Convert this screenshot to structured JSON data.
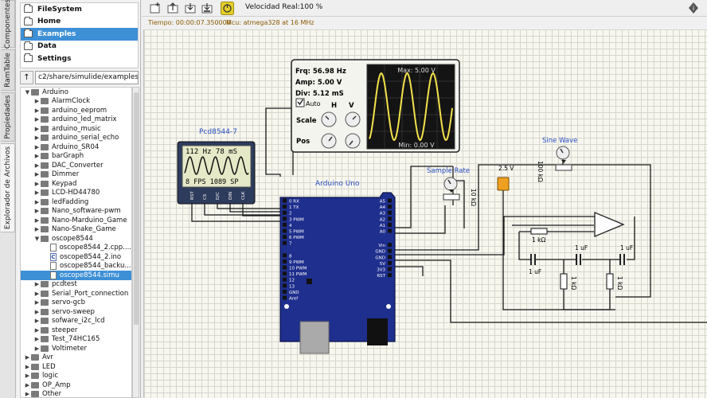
{
  "vertical_tabs": [
    "Componentes",
    "RamTable",
    "Propiedades",
    "Explorador de Archivos"
  ],
  "bookmarks": [
    "FileSystem",
    "Home",
    "Examples",
    "Data",
    "Settings"
  ],
  "path": "c2/share/simulide/examples",
  "tree": [
    {
      "label": "Arduino",
      "state": "open",
      "icon": "folder",
      "level": 0
    },
    {
      "label": "AlarmClock",
      "state": "closed",
      "icon": "folder",
      "level": 1
    },
    {
      "label": "arduino_eeprom",
      "state": "closed",
      "icon": "folder",
      "level": 1
    },
    {
      "label": "arduino_led_matrix",
      "state": "closed",
      "icon": "folder",
      "level": 1
    },
    {
      "label": "arduino_music",
      "state": "closed",
      "icon": "folder",
      "level": 1
    },
    {
      "label": "arduino_serial_echo",
      "state": "closed",
      "icon": "folder",
      "level": 1
    },
    {
      "label": "Arduino_SR04",
      "state": "closed",
      "icon": "folder",
      "level": 1
    },
    {
      "label": "barGraph",
      "state": "closed",
      "icon": "folder",
      "level": 1
    },
    {
      "label": "DAC_Converter",
      "state": "closed",
      "icon": "folder",
      "level": 1
    },
    {
      "label": "Dimmer",
      "state": "closed",
      "icon": "folder",
      "level": 1
    },
    {
      "label": "Keypad",
      "state": "closed",
      "icon": "folder",
      "level": 1
    },
    {
      "label": "LCD-HD44780",
      "state": "closed",
      "icon": "folder",
      "level": 1
    },
    {
      "label": "ledFadding",
      "state": "closed",
      "icon": "folder",
      "level": 1
    },
    {
      "label": "Nano_software-pwm",
      "state": "closed",
      "icon": "folder",
      "level": 1
    },
    {
      "label": "Nano-Marduino_Game",
      "state": "closed",
      "icon": "folder",
      "level": 1
    },
    {
      "label": "Nano-Snake_Game",
      "state": "closed",
      "icon": "folder",
      "level": 1
    },
    {
      "label": "oscope8544",
      "state": "open",
      "icon": "folder",
      "level": 1
    },
    {
      "label": "oscope8544_2.cpp....",
      "state": "none",
      "icon": "file",
      "level": 2
    },
    {
      "label": "oscope8544_2.ino",
      "state": "none",
      "icon": "cfile",
      "level": 2
    },
    {
      "label": "oscope8544_backu...",
      "state": "none",
      "icon": "file",
      "level": 2
    },
    {
      "label": "oscope8544.simu",
      "state": "none",
      "icon": "file",
      "level": 2,
      "selected": true
    },
    {
      "label": "pcdtest",
      "state": "closed",
      "icon": "folder",
      "level": 1
    },
    {
      "label": "Serial_Port_connection",
      "state": "closed",
      "icon": "folder",
      "level": 1
    },
    {
      "label": "servo-gcb",
      "state": "closed",
      "icon": "folder",
      "level": 1
    },
    {
      "label": "servo-sweep",
      "state": "closed",
      "icon": "folder",
      "level": 1
    },
    {
      "label": "sofware_i2c_lcd",
      "state": "closed",
      "icon": "folder",
      "level": 1
    },
    {
      "label": "steeper",
      "state": "closed",
      "icon": "folder",
      "level": 1
    },
    {
      "label": "Test_74HC165",
      "state": "closed",
      "icon": "folder",
      "level": 1
    },
    {
      "label": "Voltimeter",
      "state": "closed",
      "icon": "folder",
      "level": 1
    },
    {
      "label": "Avr",
      "state": "closed",
      "icon": "folder",
      "level": 0
    },
    {
      "label": "LED",
      "state": "closed",
      "icon": "folder",
      "level": 0
    },
    {
      "label": "logic",
      "state": "closed",
      "icon": "folder",
      "level": 0
    },
    {
      "label": "OP_Amp",
      "state": "closed",
      "icon": "folder",
      "level": 0
    },
    {
      "label": "Other",
      "state": "closed",
      "icon": "folder",
      "level": 0
    }
  ],
  "toolbar": {
    "speed": "Velocidad Real:100 %"
  },
  "status": {
    "time": "Tiempo: 00:00:07.350000",
    "mcu": "Mcu: atmega328 at 16 MHz"
  },
  "oscope": {
    "frq": "Frq: 56.98 Hz",
    "amp": "Amp: 5.00 V",
    "div": "Div:  5.12 mS",
    "auto": "Auto",
    "h": "H",
    "v": "V",
    "scale": "Scale",
    "pos": "Pos",
    "max": "Max: 5.00 V",
    "min": "Min: 0.00 V"
  },
  "lcd": {
    "title": "Pcd8544-7",
    "line1": "112 Hz 78 mS",
    "line2": "8 FPS  1089  SP",
    "pins": [
      "RST",
      "CS",
      "D/C",
      "DIN",
      "CLK"
    ]
  },
  "arduino": {
    "title": "Arduino Uno",
    "left_pins": [
      "0  RX",
      "1  TX",
      "2",
      "3  PWM",
      "4",
      "5  PWM",
      "6  PWM",
      "7",
      "8",
      "9  PWM",
      "10 PWM",
      "11 PWM",
      "12",
      "13",
      "GND",
      "Aref"
    ],
    "right_pins": [
      "A5",
      "A4",
      "A3",
      "A2",
      "A1",
      "A0",
      "Vin",
      "GND",
      "GND",
      "5V",
      "3V3",
      "RST"
    ]
  },
  "labels": {
    "sample_rate": "Sample Rate",
    "sine_wave": "Sine Wave",
    "pot1": "10 kΩ",
    "pot2": "100 kΩ",
    "volt": "2.5 V",
    "r1": "1 kΩ",
    "r2": "1 kΩ",
    "r3": "1 kΩ",
    "c1": "1 uF",
    "c2": "1 uF",
    "c3": "1 uF"
  }
}
